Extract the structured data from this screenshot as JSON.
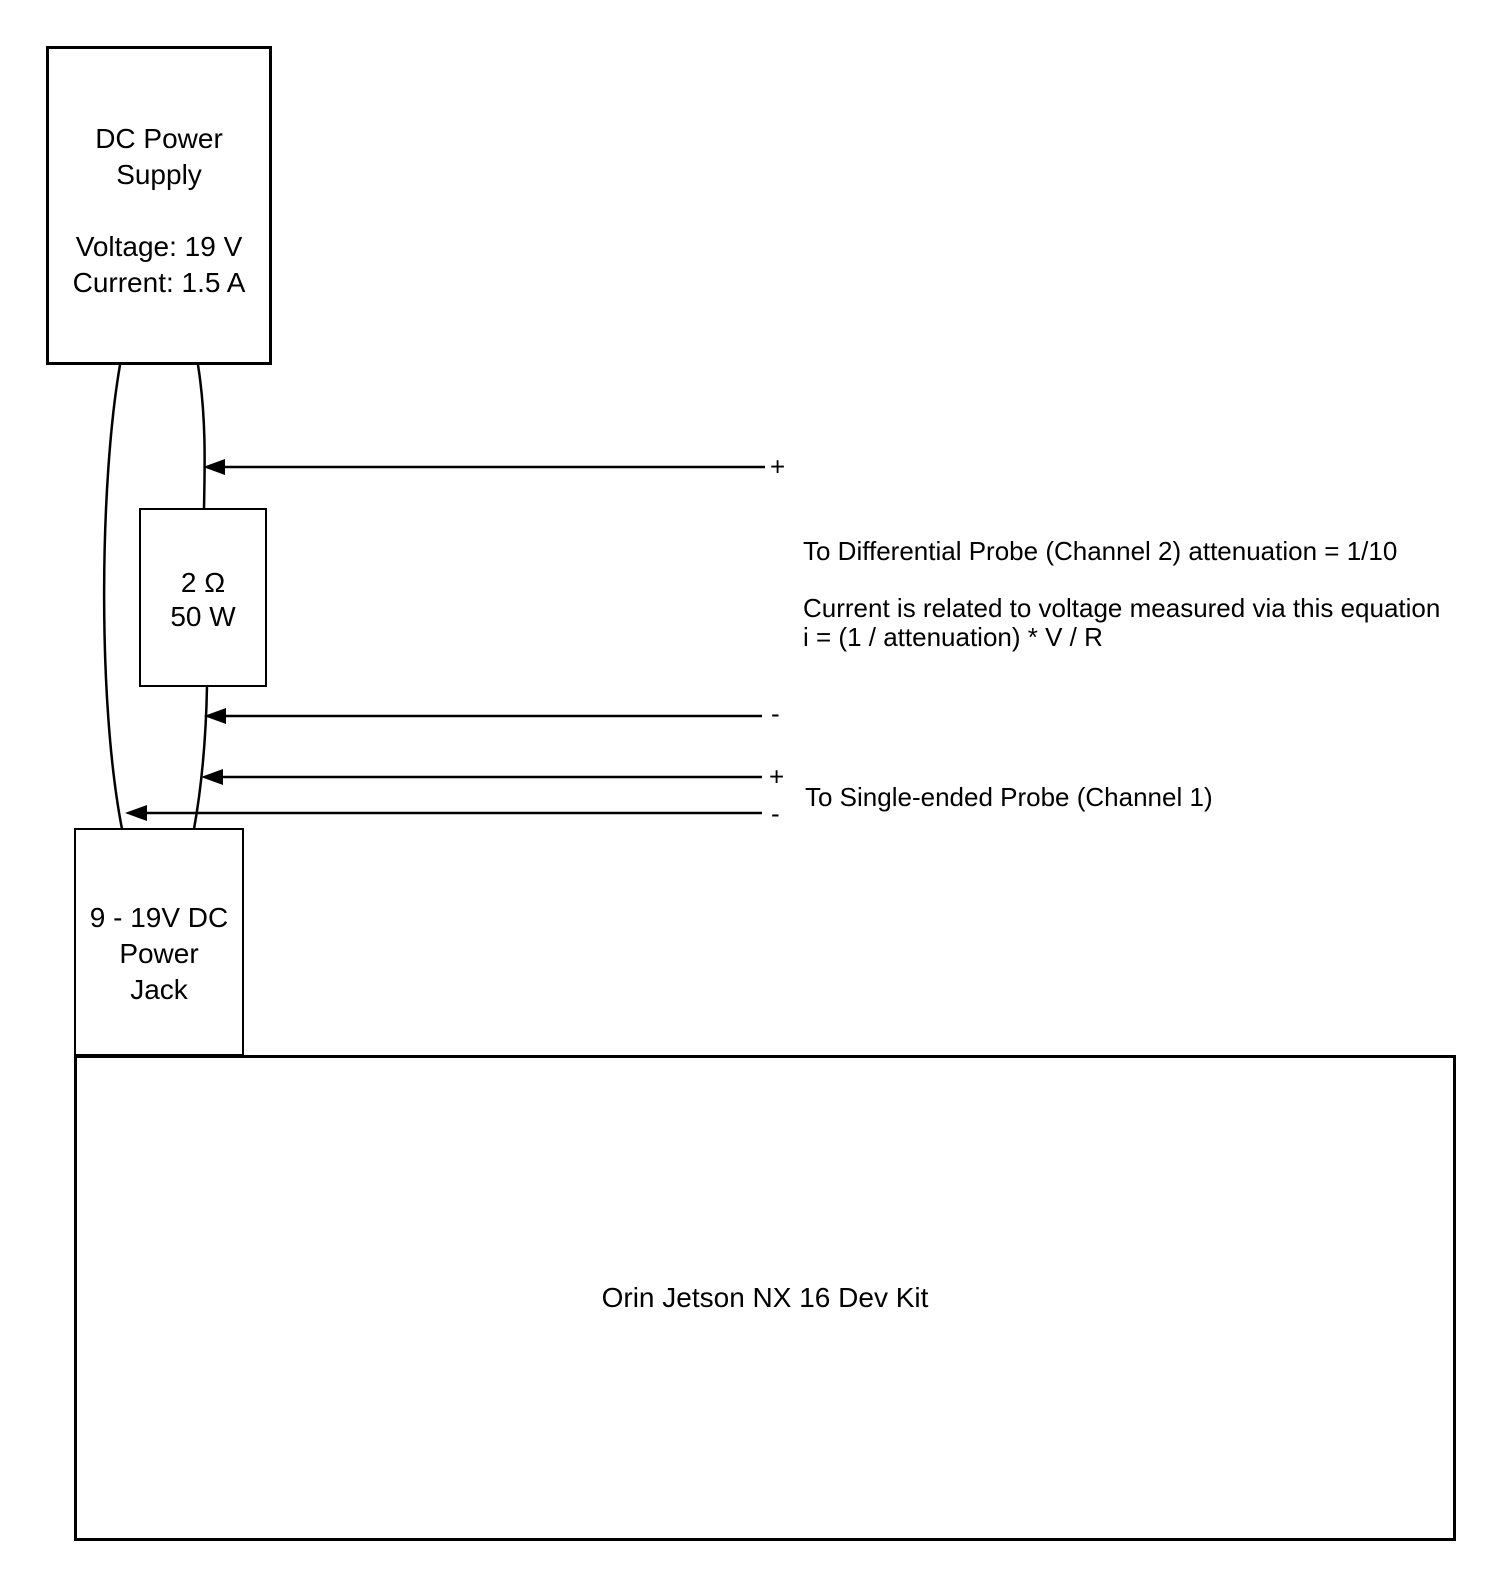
{
  "diagram": {
    "background": "#ffffff",
    "line_color": "#000000",
    "dc_power_supply": {
      "title_line1": "DC Power",
      "title_line2": "Supply",
      "voltage": "Voltage: 19 V",
      "current": "Current: 1.5 A"
    },
    "resistor": {
      "resistance": "2 Ω",
      "power": "50 W"
    },
    "power_jack": {
      "line1": "9 - 19V DC",
      "line2": "Power",
      "line3": "Jack"
    },
    "dev_kit": {
      "label": "Orin Jetson NX 16 Dev Kit"
    },
    "probes": {
      "differential": {
        "plus": "+",
        "minus": "-",
        "note_line1": "To Differential Probe (Channel 2) attenuation = 1/10",
        "note_line2": "Current is related to voltage measured via this equation",
        "note_line3": "i = (1 / attenuation) * V / R"
      },
      "single_ended": {
        "plus": "+",
        "minus": "-",
        "note": "To Single-ended Probe (Channel 1)"
      }
    }
  }
}
